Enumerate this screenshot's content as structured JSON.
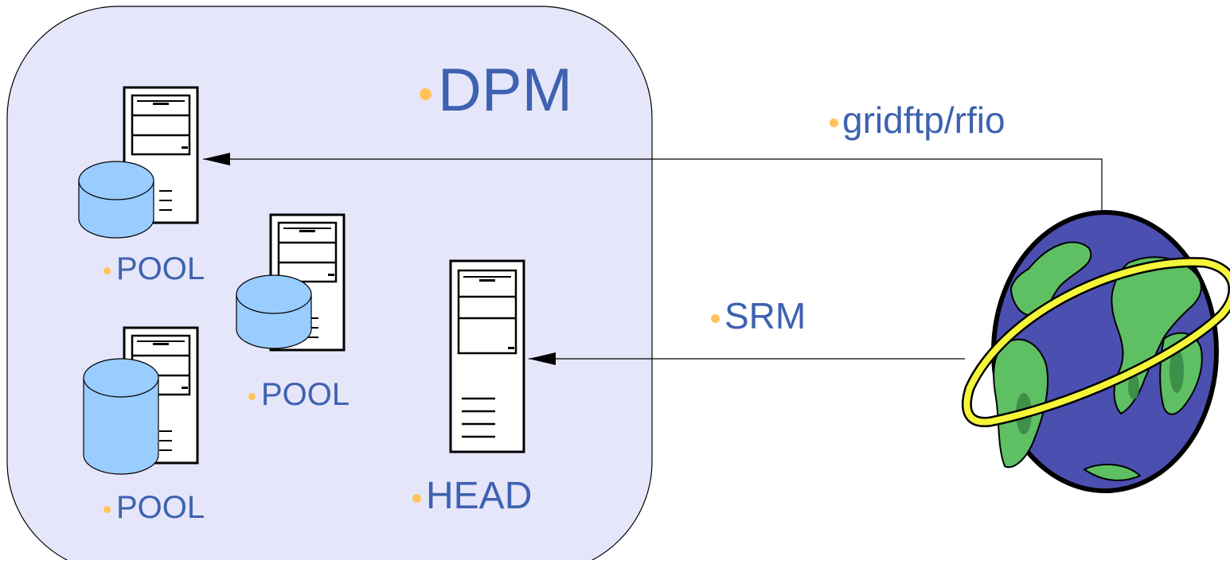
{
  "diagram": {
    "container_label": "DPM",
    "pools": [
      {
        "label": "POOL"
      },
      {
        "label": "POOL"
      },
      {
        "label": "POOL"
      }
    ],
    "head_label": "HEAD",
    "connections": [
      {
        "label": "gridftp/rfio",
        "from": "client",
        "to": "pool"
      },
      {
        "label": "SRM",
        "from": "client",
        "to": "head"
      }
    ],
    "client_icon": "globe-icon"
  },
  "colors": {
    "container_fill": "#e6e6fa",
    "container_stroke": "#000000",
    "label_text": "#3e62b0",
    "bullet": "#ffc35a",
    "disk_fill": "#99ccff",
    "globe_ocean": "#4b4fb0",
    "globe_land": "#5fbf63",
    "ring": "#f5f53a"
  }
}
